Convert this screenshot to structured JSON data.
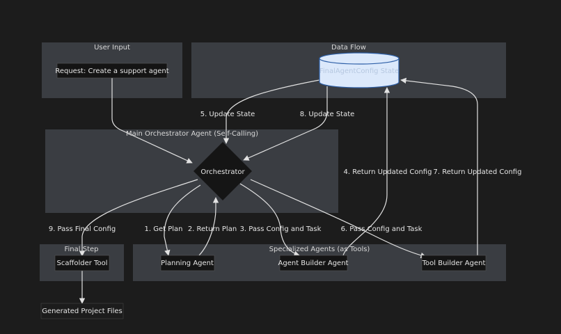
{
  "clusters": {
    "user_input": "User Input",
    "data_flow": "Data Flow",
    "orchestrator": "Main Orchestrator Agent (Self-Calling)",
    "final_step": "Final Step",
    "specialized": "Specialized Agents (as Tools)"
  },
  "nodes": {
    "request": "Request: Create a support agent",
    "state": "FinalAgentConfig State",
    "orchestrator": "Orchestrator",
    "scaffolder": "Scaffolder Tool",
    "planning": "Planning Agent",
    "agent_builder": "Agent Builder Agent",
    "tool_builder": "Tool Builder Agent",
    "generated": "Generated Project Files"
  },
  "edges": {
    "e1": "1. Get Plan",
    "e2": "2. Return Plan",
    "e3": "3. Pass Config and Task",
    "e4": "4. Return Updated Config",
    "e5": "5. Update State",
    "e6": "6. Pass Config and Task",
    "e7": "7. Return Updated Config",
    "e8": "8. Update State",
    "e9": "9. Pass Final Config"
  },
  "colors": {
    "background": "#1c1c1c",
    "cluster": "#3a3d42",
    "database_fill": "#dce9fb",
    "database_stroke": "#2d5fa7"
  }
}
